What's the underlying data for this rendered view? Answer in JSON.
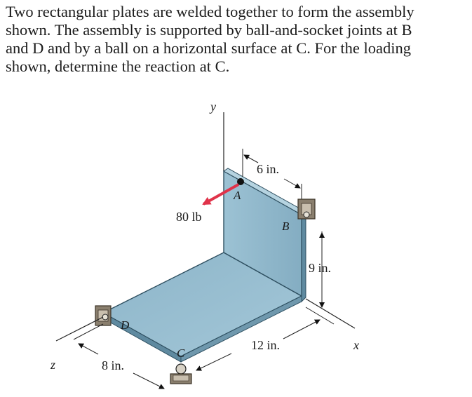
{
  "problem": {
    "lines": [
      "Two rectangular plates are welded together to form the assembly",
      "shown. The assembly is supported by ball-and-socket joints at B",
      "and D and by a ball on a horizontal surface at C. For the loading",
      "shown, determine the reaction at C."
    ]
  },
  "figure": {
    "axis_y": "y",
    "axis_x": "x",
    "axis_z": "z",
    "force_label": "80 lb",
    "point_A": "A",
    "point_B": "B",
    "point_C": "C",
    "point_D": "D",
    "dim_6": "6 in.",
    "dim_9": "9 in.",
    "dim_12": "12 in.",
    "dim_8": "8 in.",
    "colors": {
      "plate_face": "#8fb7cb",
      "plate_side": "#6d97ad",
      "force_arrow": "#e0334a",
      "support": "#8a7f6e",
      "page_bg": "#ffffff"
    }
  }
}
